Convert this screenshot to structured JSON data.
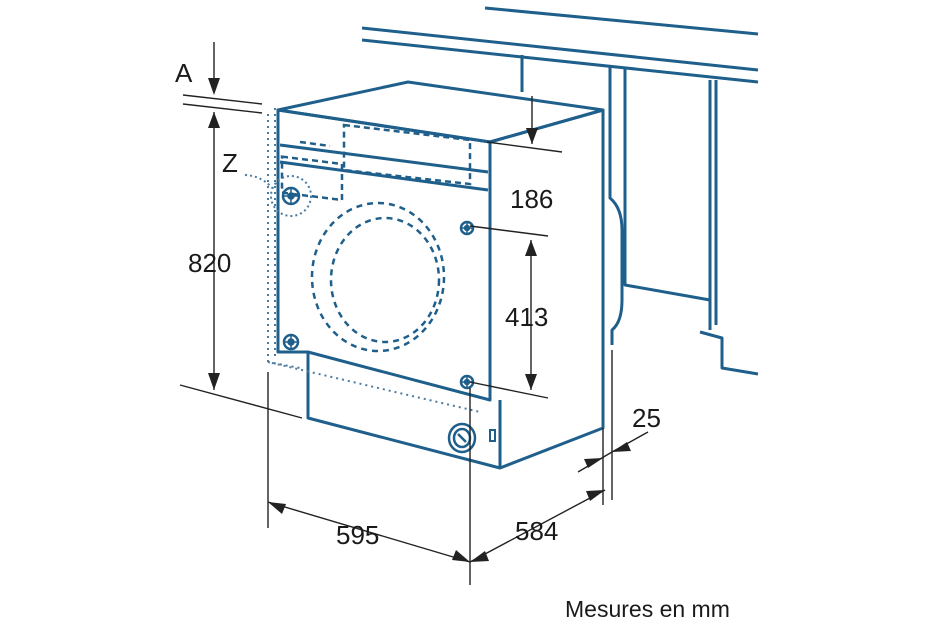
{
  "labels": {
    "a": "A",
    "z": "Z",
    "height": "820",
    "top_gap": "186",
    "hinge_span": "413",
    "width": "595",
    "depth": "584",
    "clearance": "25"
  },
  "caption": "Mesures en mm",
  "colors": {
    "outline": "#1f5f8b",
    "dimension": "#222222",
    "text": "#1a1a1a"
  }
}
